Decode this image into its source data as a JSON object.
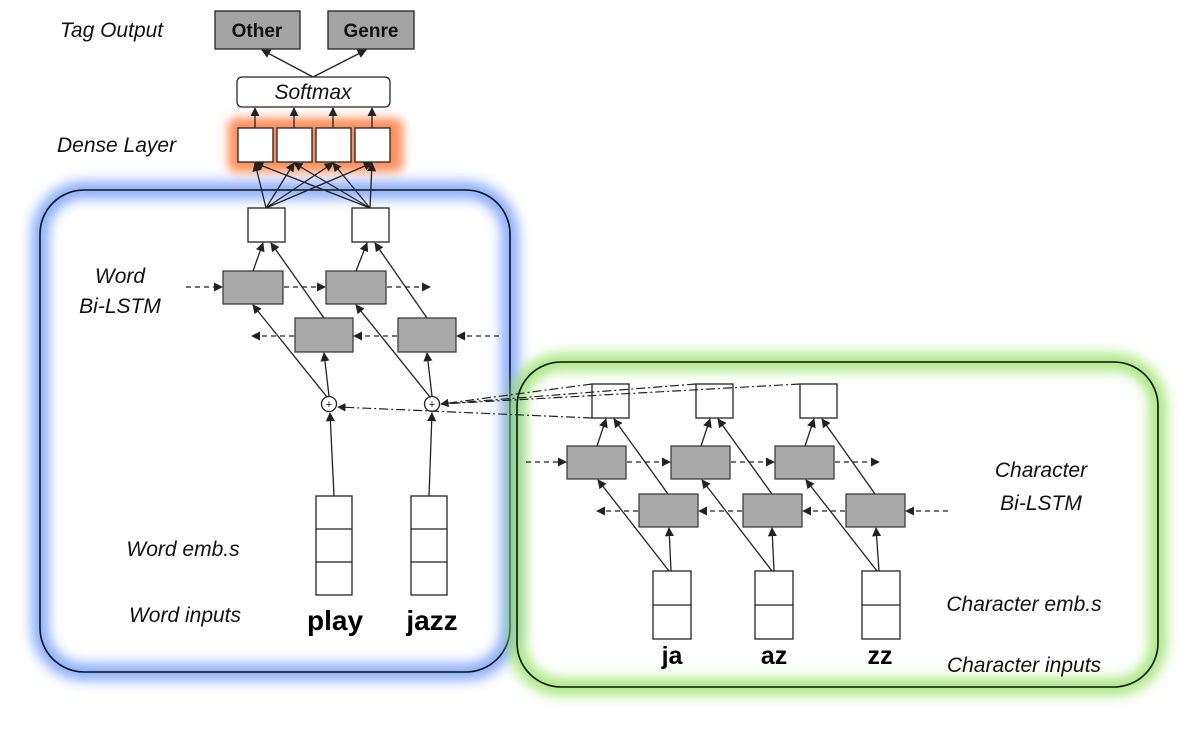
{
  "labels": {
    "tag_output": "Tag Output",
    "dense_layer": "Dense Layer",
    "word_line1": "Word",
    "word_line2": "Bi-LSTM",
    "word_embs": "Word emb.s",
    "word_inputs": "Word inputs",
    "char_line1": "Character",
    "char_line2": "Bi-LSTM",
    "char_embs": "Character emb.s",
    "char_inputs": "Character inputs"
  },
  "tags": [
    "Other",
    "Genre"
  ],
  "softmax": "Softmax",
  "word_inputs": [
    "play",
    "jazz"
  ],
  "char_inputs": [
    "ja",
    "az",
    "zz"
  ],
  "concat_symbol": "+",
  "colors": {
    "word_panel_glow": "#5b8cff",
    "char_panel_glow": "#8fe05a",
    "dense_glow": "#ff7a3c",
    "lstm_cell": "#a9a9a9",
    "tag_box": "#a4a4a4"
  }
}
